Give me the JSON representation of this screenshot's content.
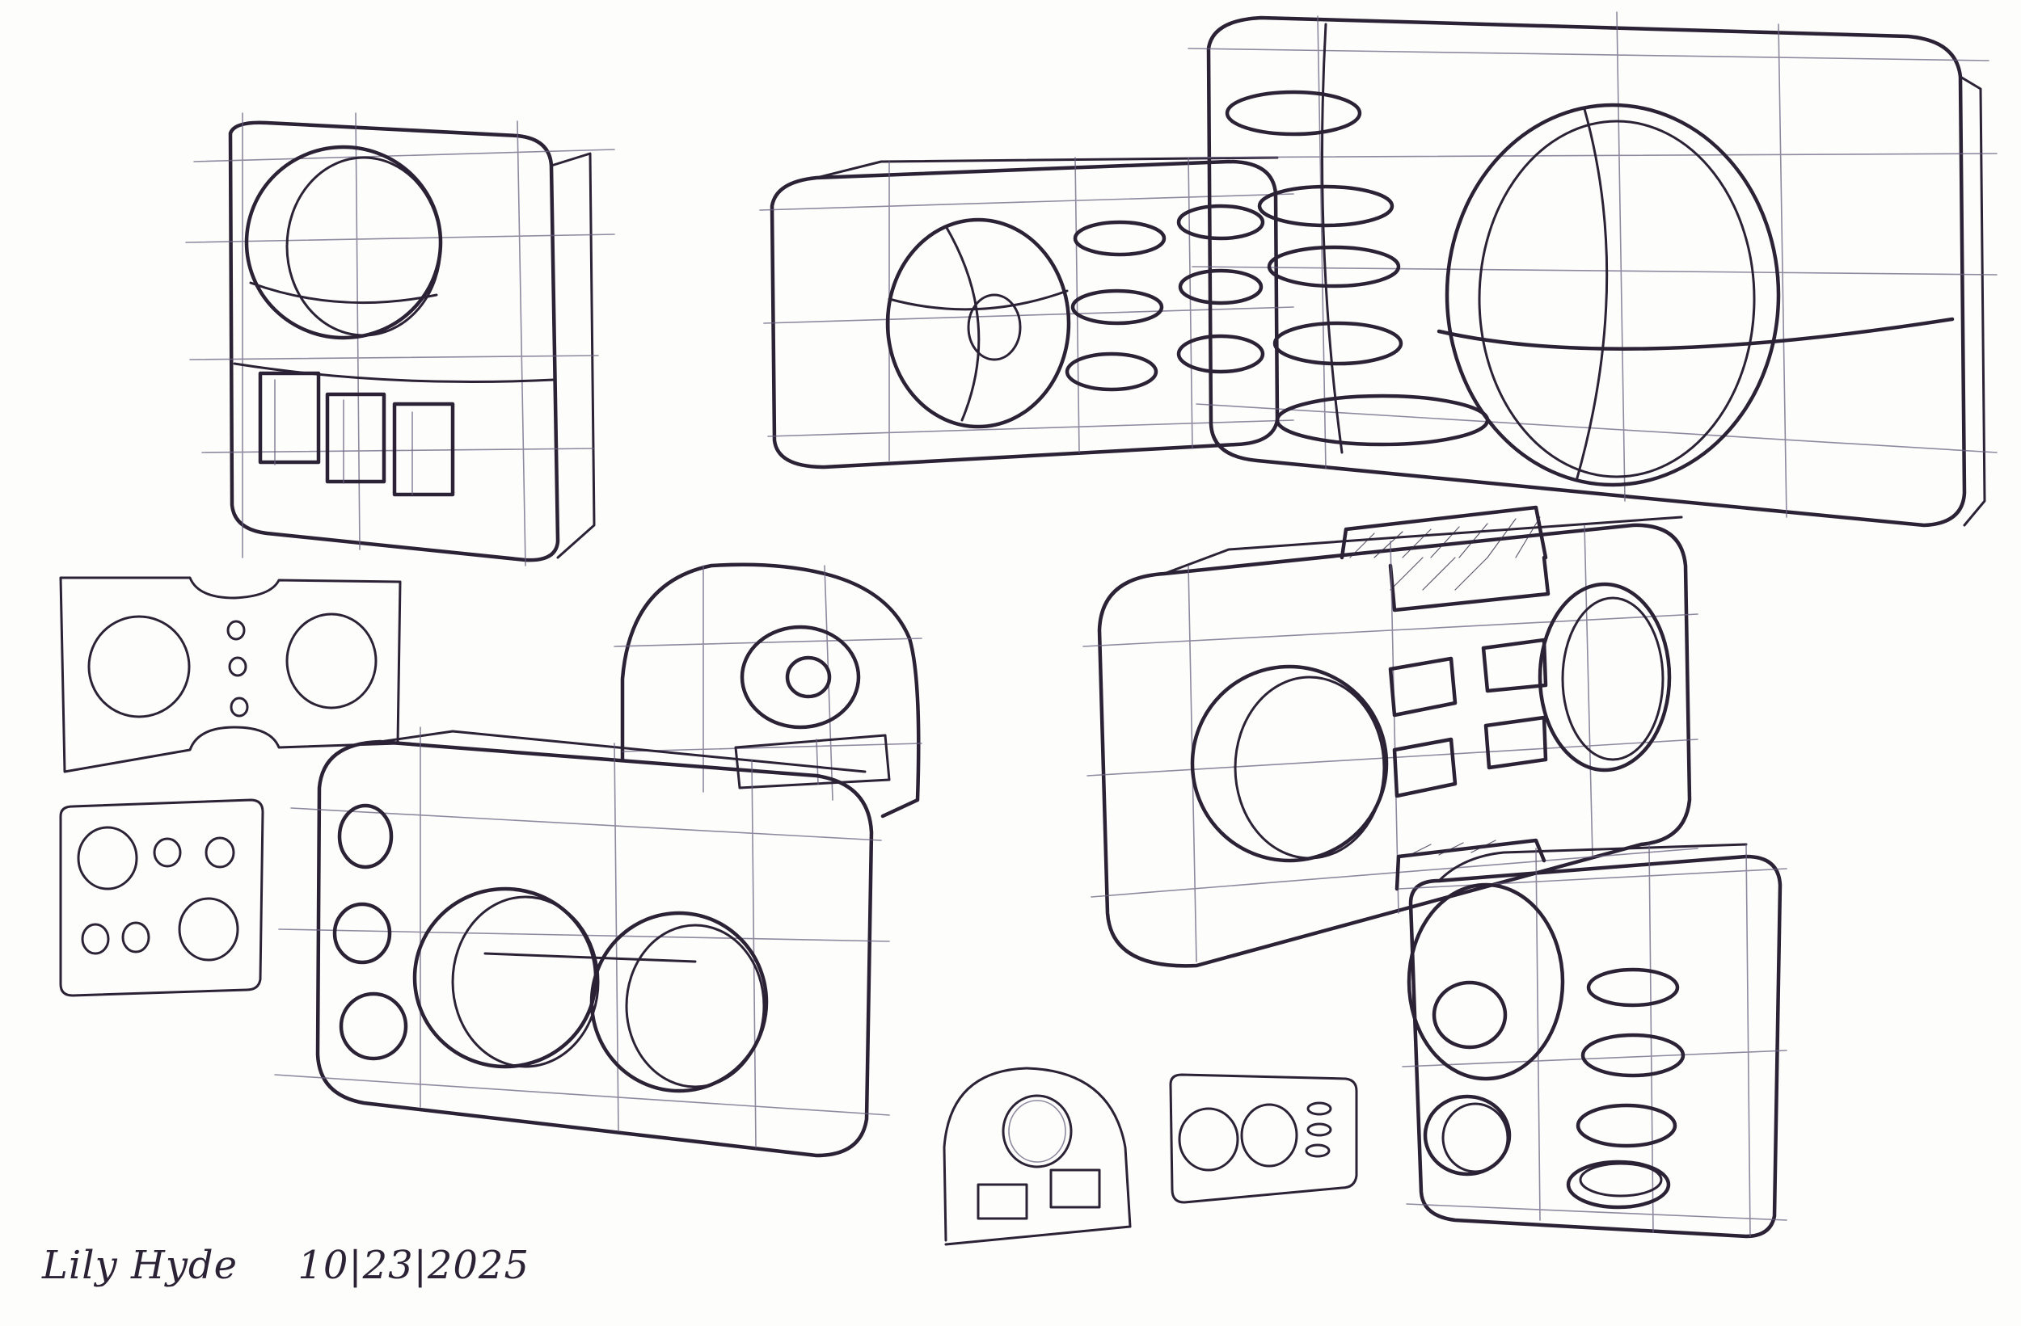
{
  "sheet": {
    "ink_color": "#2b2235",
    "paper_color": "#fdfdfc"
  },
  "signature": {
    "name": "Lily Hyde",
    "date": "10|23|2025"
  },
  "sketches": [
    "square-speaker-sketch",
    "flat-speaker-sketch",
    "large-boombox-sketch",
    "panel-plan-wide",
    "panel-plan-square",
    "dome-speaker-sketch",
    "twin-driver-speaker-sketch",
    "twin-boombox-sketch",
    "arch-panel-plan",
    "small-panel-plan",
    "tall-speaker-sketch"
  ]
}
